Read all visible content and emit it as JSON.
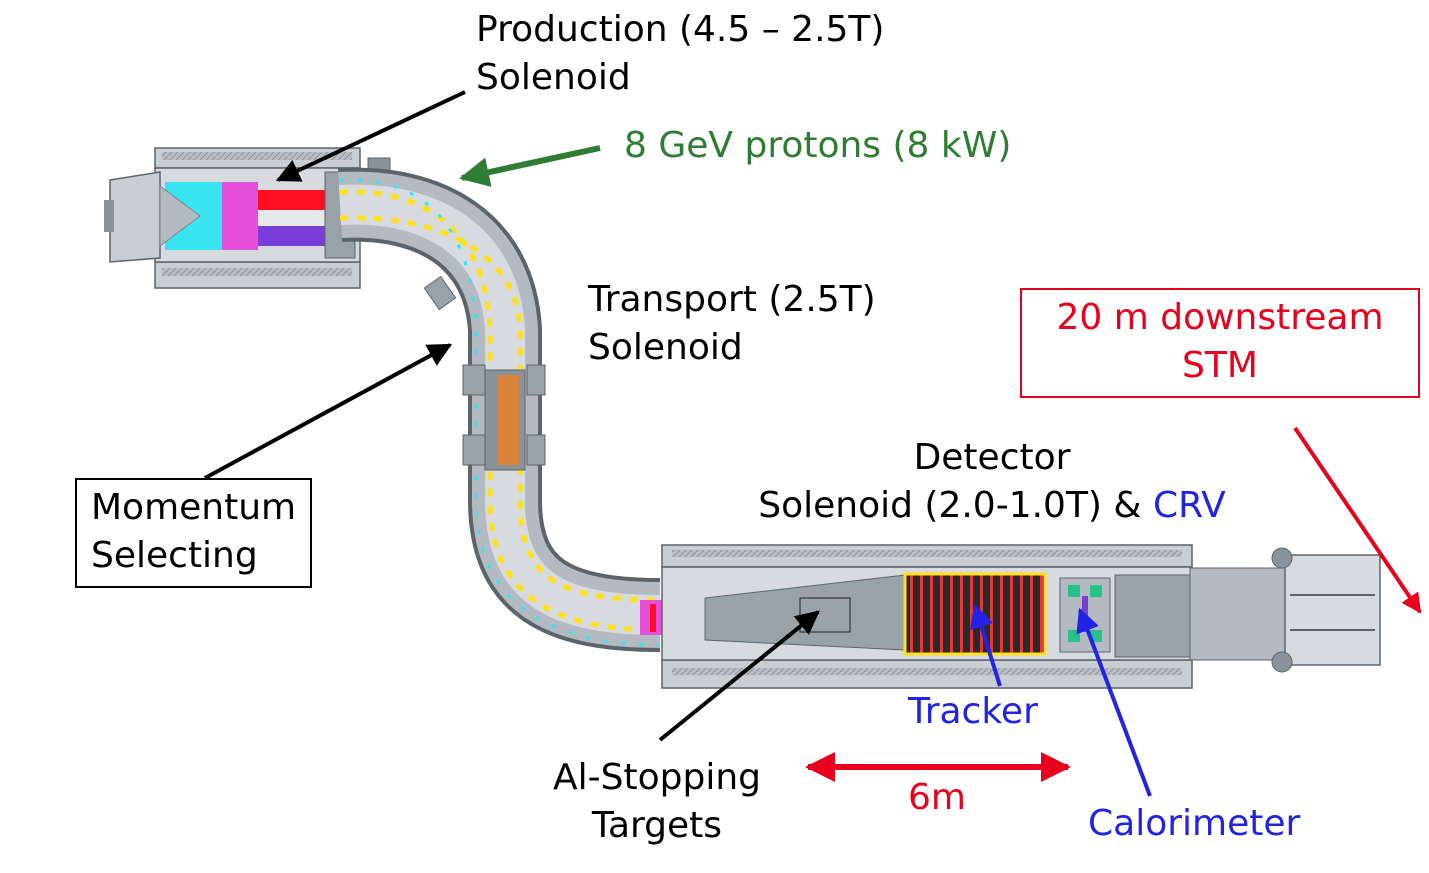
{
  "labels": {
    "production_line1": "Production (4.5 – 2.5T)",
    "production_line2": "Solenoid",
    "protons": "8 GeV protons (8 kW)",
    "transport_line1": "Transport (2.5T)",
    "transport_line2": "Solenoid",
    "momentum_line1": "Momentum",
    "momentum_line2": "Selecting",
    "stm_line1": "20 m downstream",
    "stm_line2": "STM",
    "detector_line1": "Detector",
    "detector_line2_prefix": "Solenoid (2.0-1.0T) & ",
    "detector_line2_crv": "CRV",
    "tracker": "Tracker",
    "calorimeter": "Calorimeter",
    "targets_line1": "Al-Stopping",
    "targets_line2": "Targets",
    "scale": "6m"
  },
  "colors": {
    "black": "#000000",
    "green": "#2e7d32",
    "red": "#e8001c",
    "blue": "#2323e6",
    "steel": "#8a939b",
    "steel_light": "#c9ced3",
    "cyan": "#38e4f0",
    "magenta": "#e64fd9",
    "coil_red": "#ff0f1f",
    "purple": "#7a3cd8",
    "yellow": "#ffe21a",
    "orange": "#e8802a"
  }
}
